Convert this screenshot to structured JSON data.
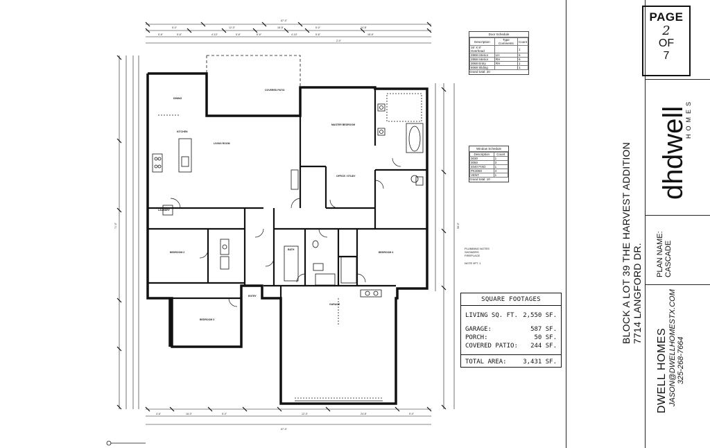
{
  "title_block": {
    "page_label": "PAGE",
    "page_number": "2",
    "of_label": "OF",
    "page_total": "7",
    "logo_dh": "dh",
    "logo_dwell": "dwell",
    "logo_homes": "HOMES",
    "address_line1": "BLOCK A LOT 39  THE HARVEST ADDITION",
    "address_line2": "7714 LANGFORD DR.",
    "plan_name_label": "PLAN NAME:",
    "plan_name_value": "CASCADE",
    "company": "DWELL HOMES",
    "email": "JASON@DWELLHOMESTX.COM",
    "phone": "325-268-7664"
  },
  "square_footages": {
    "title": "SQUARE FOOTAGES",
    "rows": [
      {
        "label": "LIVING SQ. FT.",
        "value": "2,550 SF."
      },
      {
        "label": "GARAGE:",
        "value": "587 SF."
      },
      {
        "label": "PORCH:",
        "value": "50 SF."
      },
      {
        "label": "COVERED PATIO:",
        "value": "244 SF."
      }
    ],
    "total_label": "TOTAL AREA:",
    "total_value": "3,431 SF."
  },
  "door_schedule": {
    "title": "Door Schedule",
    "headers": [
      "Description",
      "Type Comments",
      "Count"
    ],
    "rows": [
      [
        "16' X 8' Overhead",
        "",
        "1"
      ],
      [
        "2868 Interior",
        "LH",
        "6"
      ],
      [
        "2868 Interior",
        "RH",
        "6"
      ],
      [
        "3068 Entry",
        "RH",
        "1"
      ],
      [
        "6068 Sliding",
        "",
        "1"
      ]
    ],
    "grand_total": "Grand total: 20"
  },
  "window_schedule": {
    "title": "Window Schedule",
    "headers": [
      "Description",
      "Count"
    ],
    "rows": [
      [
        "3030",
        "1"
      ],
      [
        "3050",
        "3"
      ],
      [
        "4040 FIXD",
        "1"
      ],
      [
        "PK3060",
        "4"
      ],
      [
        "VENT",
        "1"
      ]
    ],
    "grand_total": "Grand total: 10"
  },
  "plan_notes": [
    "PLUMBING NOTES",
    "SHOWERS",
    "FIREPLACE",
    "NOTE 9FT. 1"
  ],
  "rooms": [
    "MASTER BEDROOM",
    "COVERED PATIO",
    "DINING",
    "KITCHEN",
    "LIVING ROOM",
    "OFFICE / STUDY",
    "BEDROOM 2",
    "BEDROOM 3",
    "BEDROOM 4",
    "BATH",
    "LAUNDRY",
    "GARAGE",
    "ENTRY"
  ],
  "dimensions": {
    "top_overall": "67'-0\"",
    "top_segments": [
      "5'-0\"",
      "12'-0\"",
      "18'-8\"",
      "5'-0\"",
      "24'-8\""
    ],
    "top_sub": [
      "5'-6\"",
      "5'-6\"",
      "4'-10\"",
      "5'-6\"",
      "8'-6\"",
      "4'-10\"",
      "5'-6\"",
      "18'-6\"",
      "2'-0\""
    ],
    "bottom_overall": "67'-0\"",
    "bottom_segments": [
      "4'-6\"",
      "16'-0\"",
      "5'-0\"",
      "12'-0\"",
      "24'-8\"",
      "5'-0\""
    ],
    "left_overall": "71'-0\"",
    "right_overall": "58'-0\""
  }
}
